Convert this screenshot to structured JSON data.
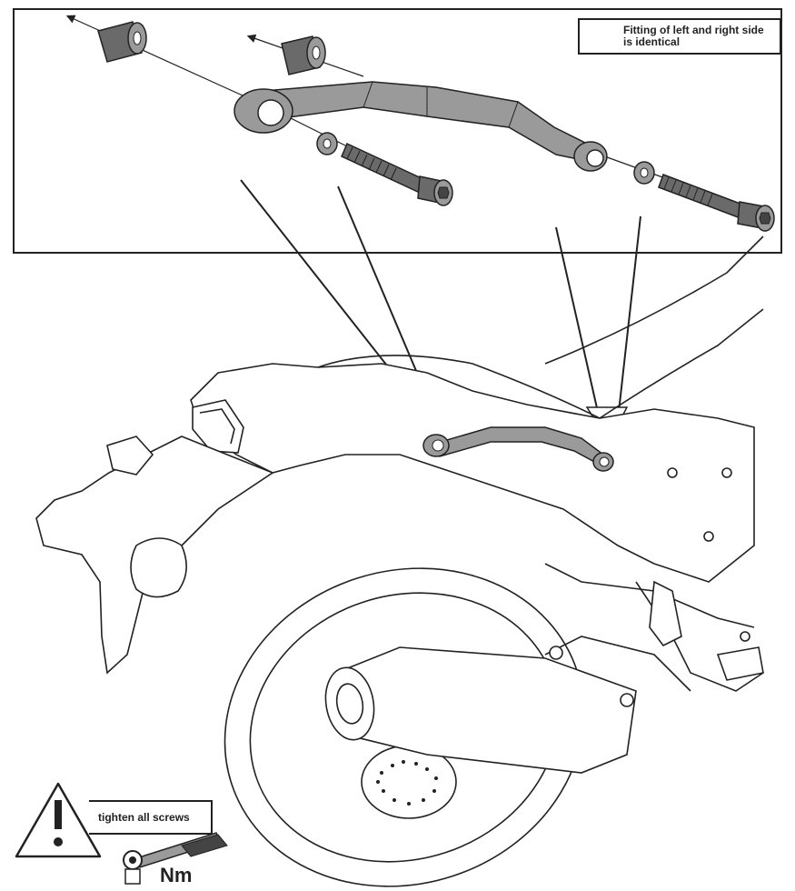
{
  "note": {
    "icon": "pointing-hand-icon",
    "text_line1": "Fitting of left and right side",
    "text_line2": "is identical"
  },
  "warning": {
    "icon": "warning-triangle-icon",
    "text": "tighten all screws",
    "torque_icon": "torque-wrench-icon",
    "torque_unit": "Nm"
  },
  "colors": {
    "line": "#222222",
    "part_fill": "#9a9a9a",
    "part_dark": "#6a6a6a"
  }
}
